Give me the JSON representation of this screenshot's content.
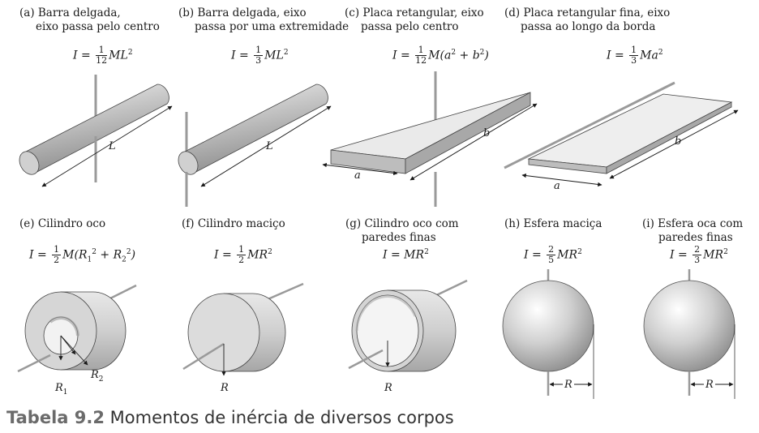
{
  "bodies": [
    {
      "id": "a",
      "caption": [
        "(a) Barra delgada,",
        "eixo passa pelo centro"
      ],
      "formula": {
        "lhs": "I",
        "num": "1",
        "den": "12",
        "rest": "ML",
        "sup": "2"
      },
      "dims": [
        "L"
      ]
    },
    {
      "id": "b",
      "caption": [
        "(b) Barra delgada, eixo",
        "passa por uma extremidade"
      ],
      "formula": {
        "lhs": "I",
        "num": "1",
        "den": "3",
        "rest": "ML",
        "sup": "2"
      },
      "dims": [
        "L"
      ]
    },
    {
      "id": "c",
      "caption": [
        "(c) Placa retangular, eixo",
        "passa pelo centro"
      ],
      "formula": {
        "lhs": "I",
        "num": "1",
        "den": "12",
        "rest": "M(a",
        "sup": "2",
        "rest2": " + b",
        "sup2": "2",
        "rest3": ")"
      },
      "dims": [
        "a",
        "b"
      ]
    },
    {
      "id": "d",
      "caption": [
        "(d) Placa retangular fina, eixo",
        "passa ao longo da borda"
      ],
      "formula": {
        "lhs": "I",
        "num": "1",
        "den": "3",
        "rest": "Ma",
        "sup": "2"
      },
      "dims": [
        "a",
        "b"
      ]
    },
    {
      "id": "e",
      "caption": [
        "(e) Cilindro oco"
      ],
      "formula": {
        "lhs": "I",
        "num": "1",
        "den": "2",
        "rest": "M(R",
        "sub1": "1",
        "sup1": "2",
        "rest2": " + R",
        "sub2": "2",
        "sup2": "2",
        "rest3": ")"
      },
      "dims": [
        "R1",
        "R2"
      ]
    },
    {
      "id": "f",
      "caption": [
        "(f) Cilindro maciço"
      ],
      "formula": {
        "lhs": "I",
        "num": "1",
        "den": "2",
        "rest": "MR",
        "sup": "2"
      },
      "dims": [
        "R"
      ]
    },
    {
      "id": "g",
      "caption": [
        "(g) Cilindro oco com",
        "paredes finas"
      ],
      "formula": {
        "lhs": "I",
        "rest": "MR",
        "sup": "2"
      },
      "dims": [
        "R"
      ]
    },
    {
      "id": "h",
      "caption": [
        "(h) Esfera maciça"
      ],
      "formula": {
        "lhs": "I",
        "num": "2",
        "den": "5",
        "rest": "MR",
        "sup": "2"
      },
      "dims": [
        "R"
      ]
    },
    {
      "id": "i",
      "caption": [
        "(i) Esfera oca com",
        "paredes finas"
      ],
      "formula": {
        "lhs": "I",
        "num": "2",
        "den": "3",
        "rest": "MR",
        "sup": "2"
      },
      "dims": [
        "R"
      ]
    }
  ],
  "footer": {
    "table_number": "Tabela 9.2",
    "title": "Momentos de inércia de diversos corpos"
  }
}
